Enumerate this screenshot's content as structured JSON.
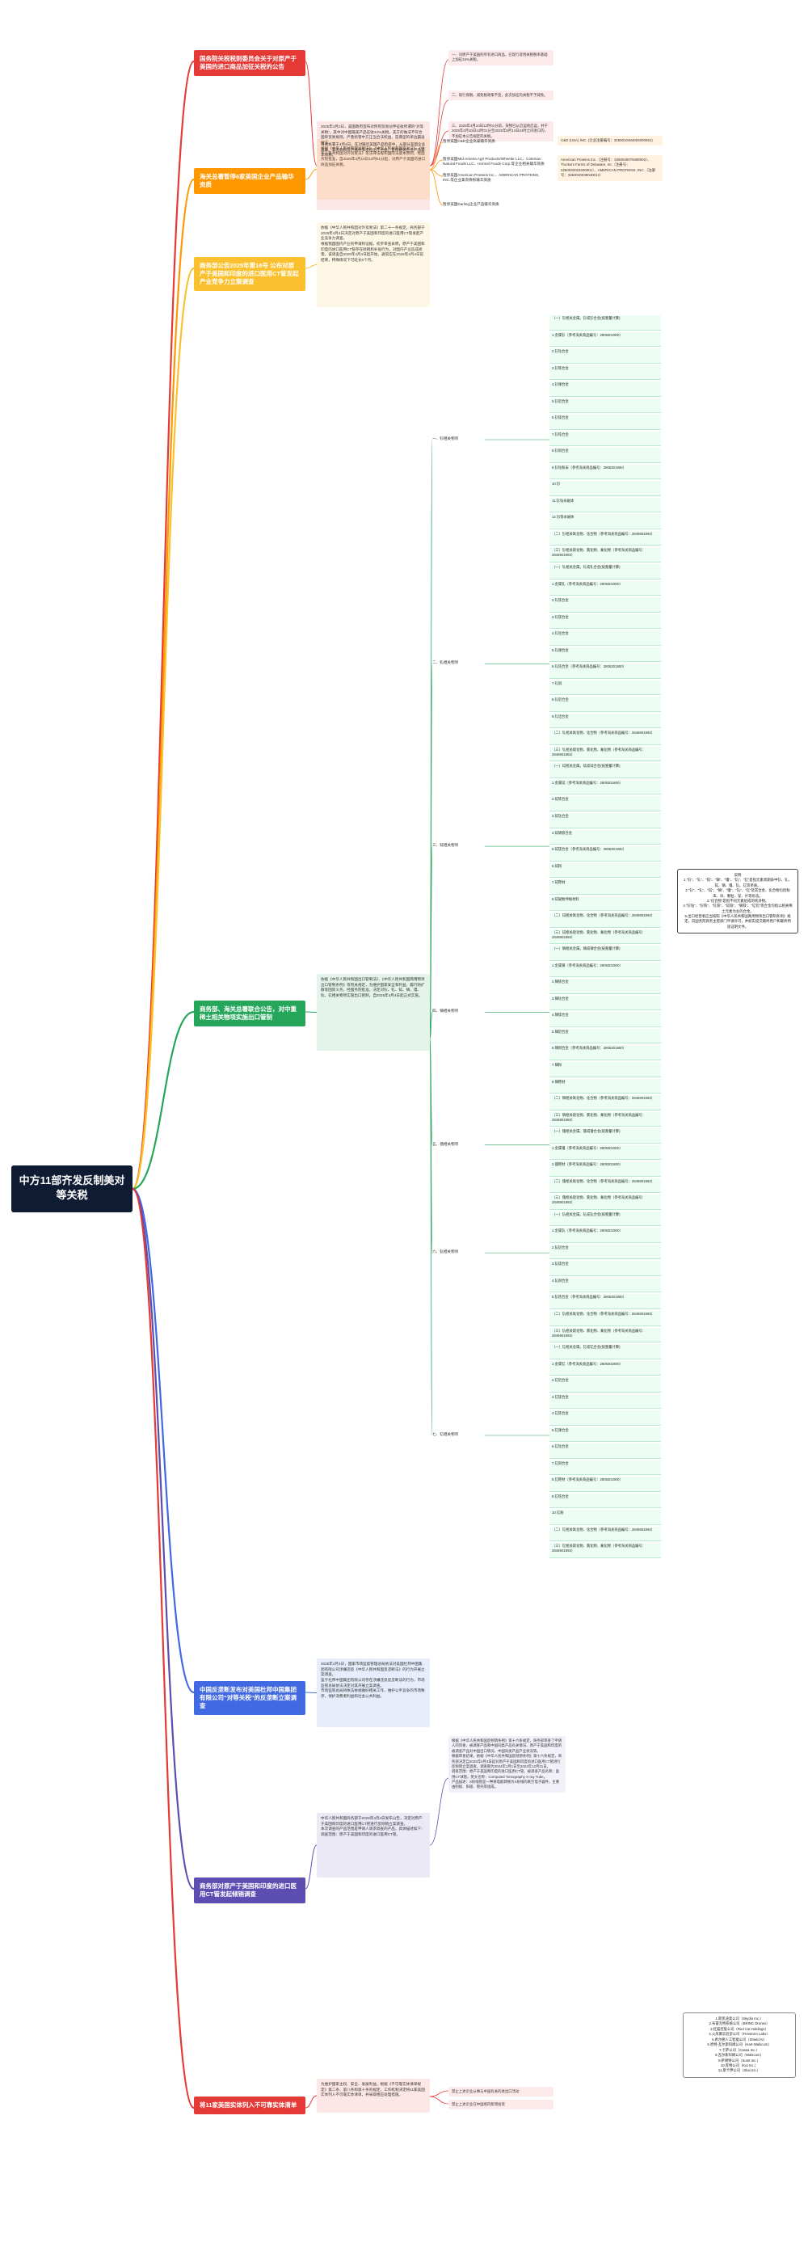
{
  "root": {
    "title": "中方11部齐发反制美对等关税"
  },
  "branches": [
    {
      "key": "b1",
      "color": "#e53935",
      "title": "国务院关税税则委员会关于对原产于美国的进口商品加征关税的公告",
      "desc": "2025年4月2日，美国政府宣布对所有贸易伙伴征收所谓的“对等关税”，其中对中国输美产品征收34%关税。美方的做法不符合国际贸易规则，严重损害中方正当合法权益，是典型的单边霸凌做法。\n根据《中华人民共和国关税法》、《中华人民共和国海关法》、《中华人民共和国对外贸易法》等法律法规和国际法基本原则，经国务院批准，自2025年4月10日12时01分起，对原产于美国的进口商品加征关税。",
      "items": [
        "一、对原产于美国的所有进口商品，在现行适用关税税率基础上加征34%关税。",
        "二、现行保税、减免税政策不变，此次加征的关税不予减免。",
        "三、2025年4月10日12时01分前，货物已从启运地启运，并于2025年4月10日12时01分至2025年5月13日24时之间进口的，不加征本公告规定的关税。"
      ]
    },
    {
      "key": "b2",
      "color": "#ff9800",
      "title": "海关总署暂停6家美国企业产品输华资质",
      "desc": "海关总署于4月4日，在对输华美国产品检疫中，从部分美国企业高粱、禽肉骨粉等产品中多次检出不合格，暂停相关企业产品输华资质。",
      "items": [
        "暂停美国C&D企业高粱输华资质",
        "暂停美国Mid-Ameria Agri Products/Wheeler LLC、Coleman Natural Foods LLC、Hormel Foods Corp.等企业相关输华资质",
        "暂停美国American Proteins Inc.、AMERICAN PROTEINS, INC.等企业禽肉骨粉输华资质",
        "暂停美国Darling企业产品输华资质"
      ],
      "items_right": [
        "C&D (USA) INC. (企业注册编号：3250010484003000091)",
        "American Proteins Inc.（注册号：3250040079490003）、Truckers Farms of Delaware, Inc（注册号：3250040023400001）、AMERICAN PROTEINS, INC.（注册号：3250040038040014）"
      ]
    },
    {
      "key": "b3",
      "color": "#fbc02d",
      "title": "商务部公告2025年第18号 公布对原产于美国和印度的进口医用CT管发起产业竞争力立案调查",
      "desc": "依据《中华人民共和国对外贸易法》第二十一条规定，商务部于2025年4月4日决定对原产于美国和印度的进口医用CT管发起产业竞争力调查。\n根据我国国内产业的申请和证据，初步审查表明，原产于美国和印度的进口医用CT管存在倾销和补贴行为，对国内产业造成损害。该调查自2025年4月4日起开始，通常应在2026年4月4日前结束，特殊情况下可延长6个月。"
    },
    {
      "key": "b4",
      "color": "#26a65b",
      "title": "商务部、海关总署联合公告，对中重稀土相关物项实施出口管制",
      "desc": "依据《中华人民共和国出口管制法》、《中华人民共和国两用物项出口管制条例》等有关规定，为维护国家安全和利益、履行防扩散等国际义务，经国务院批准，决定对钐、钆、铽、镝、镥、钪、钇相关物项实施出口管制，自2025年4月4日起正式实施。",
      "groups": [
        "一、钐相关物项",
        "二、钆相关物项",
        "三、铽相关物项",
        "四、镝相关物项",
        "五、镥相关物项",
        "六、钪相关物项",
        "七、钇相关物项"
      ],
      "leaves": [
        "（一）钐相关金属。钐或钐合金(按重量计算)",
        "1.金属钐（参考海关商品编号：2805301900）",
        "2.钐钴合金",
        "3.钐铁合金",
        "4.钐镍合金",
        "5.钐铝合金",
        "6.钐镁合金",
        "7.钐锆合金",
        "8.钐铜合金",
        "9.钐钴粉末（参考海关商品编号：2805301900）",
        "10.钐",
        "11.钐钴永磁体",
        "12.钐铁永磁体",
        "（二）钐相关氧化物、化合物（参考海关商品编号：2846901993）",
        "（三）钐相关硫化物、氯化物、氟化物（参考海关商品编号：2846901993）",
        "（一）钆相关金属。钆或钆合金(按重量计算)",
        "1.金属钆（参考海关商品编号：2805301900）",
        "2.钆铁合金",
        "3.钆镁合金",
        "4.钆钴合金",
        "5.钆镍合金",
        "6.钆锆合金（参考海关商品编号：2805301900）",
        "7.钆铜",
        "8.钆铝合金",
        "9.钆钽合金",
        "（二）钆相关氧化物、化合物（参考海关商品编号：2846901993）",
        "（三）钆相关硫化物、氯化物、氟化物（参考海关商品编号：2846901993）",
        "（一）铽相关金属。铽或铽合金(按重量计算)",
        "1.金属铽（参考海关商品编号：2805301900）",
        "2.铽铁合金",
        "3.铽钴合金",
        "4.铽镝铁合金",
        "5.铽镁合金（参考海关商品编号：2805301900）",
        "6.铽粉",
        "7.铽靶材",
        "8.铽磁致伸缩材料",
        "（二）铽相关氧化物、化合物（参考海关商品编号：2846901993）",
        "（三）铽相关硫化物、氯化物、氟化物（参考海关商品编号：2846901993）",
        "（一）镝相关金属。镝或镝合金(按重量计算)",
        "1.金属镝（参考海关商品编号：2805301900）",
        "2.镝铁合金",
        "3.镝钴合金",
        "4.镝镁合金",
        "5.镝铝合金",
        "6.镝铜合金（参考海关商品编号：2805301900）",
        "7.镝粉",
        "8.镝靶材",
        "（二）镝相关氧化物、化合物（参考海关商品编号：2846901993）",
        "（三）镝相关硫化物、氯化物、氟化物（参考海关商品编号：2846901993）",
        "（一）镥相关金属。镥或镥合金(按重量计算)",
        "1.金属镥（参考海关商品编号：2805301900）",
        "2.镥靶材（参考海关商品编号：2805301900）",
        "（二）镥相关氧化物、化合物（参考海关商品编号：2846901993）",
        "（三）镥相关硫化物、氯化物、氟化物（参考海关商品编号：2846901993）",
        "（一）钪相关金属。钪或钪合金(按重量计算)",
        "1.金属钪（参考海关商品编号：2805301900）",
        "2.钪铝合金",
        "3.钪镁合金",
        "4.钪铜合金",
        "5.钪锆合金（参考海关商品编号：2805301900）",
        "（二）钪相关氧化物、化合物（参考海关商品编号：2846901993）",
        "（三）钪相关硫化物、氯化物、氟化物（参考海关商品编号：2846901993）",
        "（一）钇相关金属。钇或钇合金(按重量计算)",
        "1.金属钇（参考海关商品编号：2805301900）",
        "2.钇铝合金",
        "3.钇镁合金",
        "4.钇铁合金",
        "5.钇镍合金",
        "6.钇钴合金",
        "7.钇铜合金",
        "8.钇靶材（参考海关商品编号：2805301900）",
        "9.钇锆合金",
        "10.钇粉",
        "（二）钇相关氧化物、化合物（参考海关商品编号：2846901993）",
        "（三）钇相关硫化物、氯化物、氟化物（参考海关商品编号：2846901993）"
      ],
      "note": "说明\n1.“钐”、“钆”、“铽”、“镝”、“镥”、“钪”、“钇”是指元素周期表中钐、钆、铽、镝、镥、钪、钇等单质。\n2.“钐”、“钆”、“铽”、“镝”、“镥”、“钪”、“钇”及其合金、化合物包括粉末、块、颗粒、锭、片等形态。\n3.“化合物”是指不同元素组成的纯净物。\n4.“钐钴”、“钐铁”、“钆铁”、“铽铁”、“镝铁”、“钇铝”等合金均指以相关稀土元素为主的合金。\n5.出口经营者应当按照《中华人民共和国两用物项出口管制条例》规定，向国务院商务主管部门申请许可，并如实提交最终用户和最终用途证明文件。"
    },
    {
      "key": "b5",
      "color": "#4169e1",
      "title": "中国反垄断发布对美国杜邦中国集团有限公司“对等关税”的反垄断立案调查",
      "desc": "2025年4月4日，国家市场监督管理总局依法对美国杜邦中国集团有限公司涉嫌违反《中华人民共和国反垄断法》的行为开展立案调查。\n鉴于杜邦中国集团有限公司存在涉嫌违反反垄断法的行为，市场监管总局依法决定对其开展立案调查。\n市场监管总局将依法依规做好相关工作，维护公平竞争的市场秩序，保护消费者利益和社会公共利益。"
    },
    {
      "key": "b6",
      "color": "#5c4db1",
      "title": "商务部对原产于美国和印度的进口医用CT管发起倾销调查",
      "desc": "中华人民共和国商务部于2025年4月4日发布公告，决定对原产于美国和印度的进口医用CT管进行反倾销立案调查。\n本次调查的产品范围是申请人请求调查的产品，具体描述如下：调查范围：原产于美国和印度的进口医用CT管。",
      "detail": "根据《中华人民共和国反倾销条例》第十六条规定，商务部审查了申请人的资格、被调查产品和中国同类产品有关情况、原产于美国和印度的被调查产品对中国出口情况、中国同类产品产业状况等。\n根据审查结果，依据《中华人民共和国反倾销条例》第十六条规定，商务部决定自2025年4月4日起对原产于美国和印度的进口医用CT管进行反倾销立案调查，调查期为2024年1月1日至2024年12月31日。\n调查范围：原产于美国和印度的进口医用CT管。被调查产品名称：医用CT球管。英文名称：Computed Tomography X-ray Tube。\n产品描述：X射线管是一种将电能转换为X射线的真空电子器件，主要由阴极、阳极、管壳等组成。"
    },
    {
      "key": "b7",
      "color": "#e53935",
      "title": "将11家美国实体列入不可靠实体清单",
      "desc": "为维护国家主权、安全、发展利益，根据《不可靠实体清单规定》第二条、第八条和第十条的规定，工作机制决定将11家美国实体列入不可靠实体清单，并采取相应处理措施。",
      "items": [
        "禁止上述企业从事与中国有关的进出口活动",
        "禁止上述企业在中国境内新增投资"
      ],
      "entities": [
        "1.斯凯迪奥公司（Skydio Inc.）",
        "2.布雷克特系统公司（BRINC Drones）",
        "3.红猫控股公司（Red Cat Holdings）",
        "4.火风暴实验室公司（Firestorm Labs）",
        "5.希尔德人工智能公司（Shield AI）",
        "6.哈特-瓦尔斯科姆公司（Hart-Walscom）",
        "7.卡萨公司（Cassa Inc.）",
        "8.瓦尔斯科姆公司（Walscom）",
        "9.萨姆特公司（Sumt Inc.）",
        "10.库特公司（Kut Inc.）",
        "11.斯卡伊公司（Skai Inc.）"
      ]
    }
  ]
}
